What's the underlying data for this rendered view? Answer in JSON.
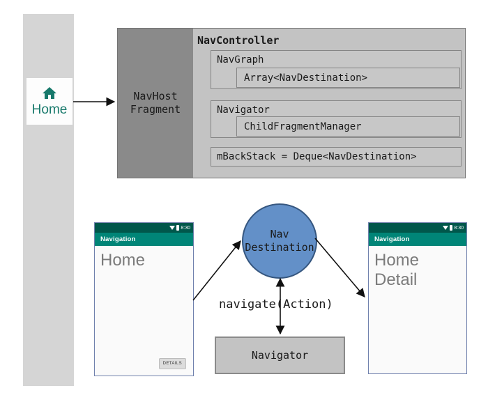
{
  "home_node": {
    "label": "Home",
    "icon": "home"
  },
  "nav_host_fragment": {
    "label": "NavHost\nFragment",
    "nav_controller": {
      "title": "NavController",
      "nav_graph": {
        "label": "NavGraph",
        "member": "Array<NavDestination>"
      },
      "navigator": {
        "label": "Navigator",
        "member": "ChildFragmentManager"
      },
      "back_stack": "mBackStack = Deque<NavDestination>"
    }
  },
  "nav_destination": {
    "label": "Nav\nDestination"
  },
  "navigate_action": {
    "label": "navigate(Action)"
  },
  "navigator_box": {
    "label": "Navigator"
  },
  "phones": {
    "left": {
      "time": "8:30",
      "app_bar_title": "Navigation",
      "screen_title": "Home",
      "details_button": "DETAILS"
    },
    "right": {
      "time": "8:30",
      "app_bar_title": "Navigation",
      "screen_title": "Home Detail"
    }
  },
  "colors": {
    "app_bar_teal": "#008577",
    "status_bar_teal": "#00574B",
    "home_accent_teal": "#17796B",
    "panel_light_gray": "#c3c3c3",
    "panel_dark_gray": "#8a8a8a",
    "side_bar_gray": "#d5d5d5",
    "destination_blue": "#6390c8",
    "destination_blue_border": "#35567f",
    "arrow_black": "#111111"
  }
}
